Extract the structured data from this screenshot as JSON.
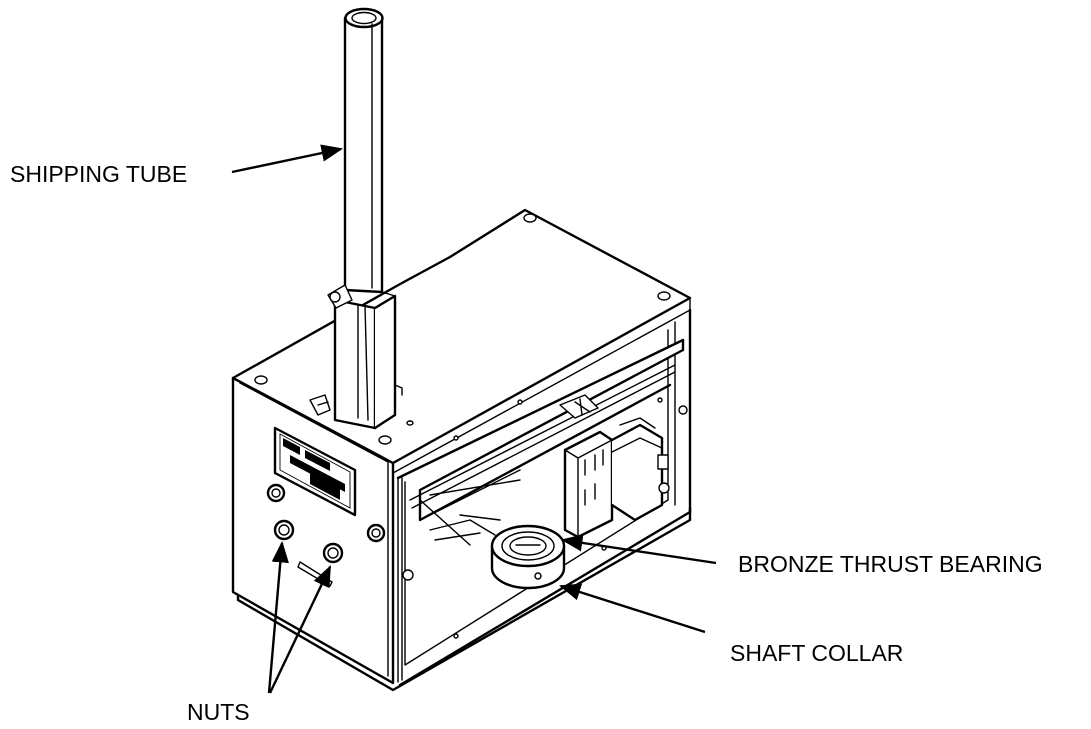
{
  "labels": {
    "shipping_tube": "SHIPPING TUBE",
    "bronze_thrust_bearing": "BRONZE THRUST BEARING",
    "shaft_collar": "SHAFT COLLAR",
    "nuts": "NUTS"
  },
  "colors": {
    "line": "#000000",
    "background": "#ffffff"
  }
}
